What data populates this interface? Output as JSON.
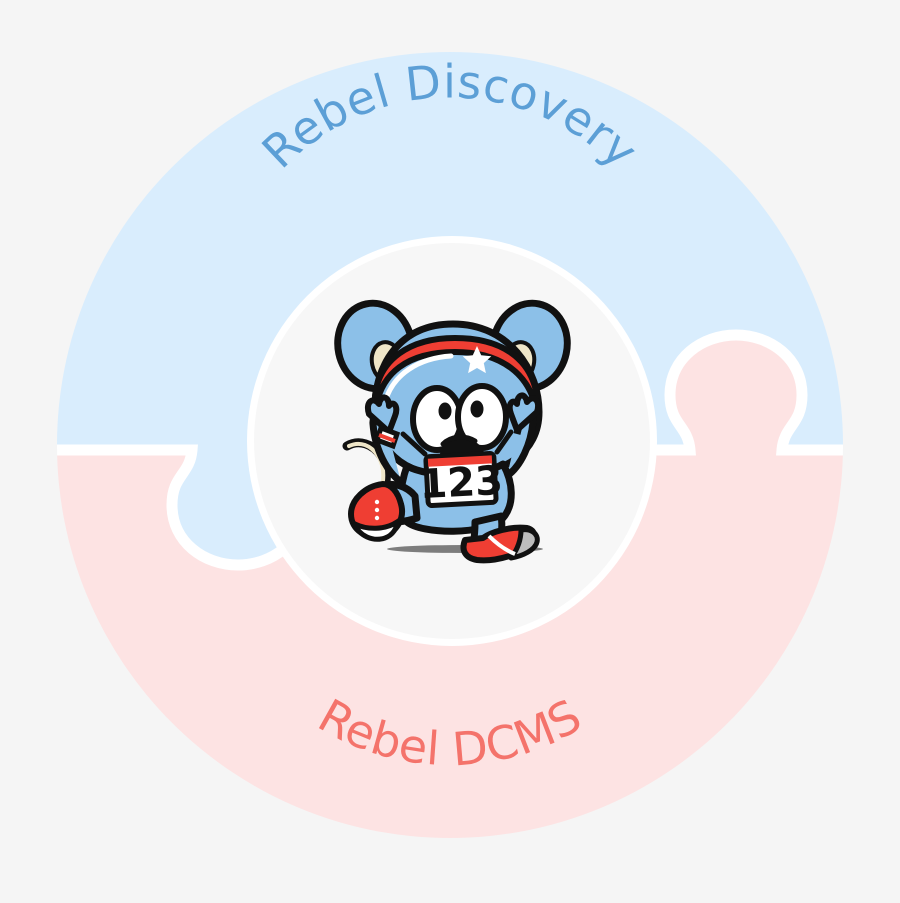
{
  "diagram": {
    "type": "two-piece-puzzle-circle",
    "background_color": "#f5f5f5",
    "inner_circle_color": "#f7f7f7",
    "divider_color": "#ffffff",
    "top_half": {
      "label": "Rebel Discovery",
      "fill_color": "#d9edfd",
      "text_color": "#5c9fd6",
      "connector": "tab-pointing-down-on-left"
    },
    "bottom_half": {
      "label": "Rebel DCMS",
      "fill_color": "#fde3e3",
      "text_color": "#f4736b",
      "connector": "tab-pointing-up-on-right"
    },
    "center": {
      "mascot_name": "rebel-running-mouse-mascot",
      "bib_number": "123",
      "body_color": "#8cc0e8",
      "accent_color": "#ef3e33",
      "outline_color": "#111111",
      "inner_ear_color": "#efe6c8",
      "eye_color": "#ffffff",
      "shoe_color": "#ef3e33",
      "headband_star": "★"
    }
  }
}
